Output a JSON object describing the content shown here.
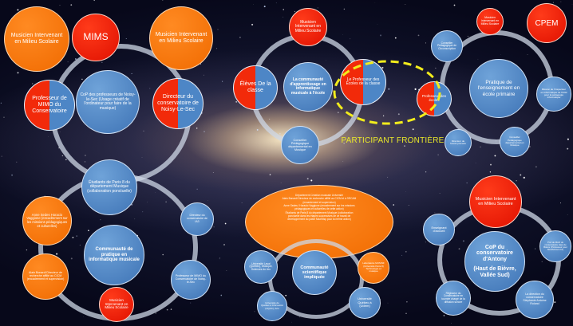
{
  "colors": {
    "red": "#e01000",
    "blue": "#4d86c6",
    "orange": "#f06a00",
    "dash": "#f2ec1c",
    "ring": "#d0d8e6"
  },
  "mims": {
    "center": "MIMS",
    "musician_left": "Musicien Intervenant en Milieu Scolaire",
    "musician_right": "Musicien Intervenant en Milieu Scolaire",
    "professor_mimo": "Professeur de MIMO du Conservatoire",
    "cop_noisy": "CoP des professeurs de Noisy-le-Sec (Usage créatif de l'ordinateur pour faire de la musique)",
    "director_noisy": "Directeur du conservatoire de Noisy-Le-Sec"
  },
  "community": {
    "musician_top": "Musicien Intervenant en Milieu Scolaire",
    "eleves": "Élèves De la classe",
    "center": "La communauté d'apprentissage en informatique musicale à l'école",
    "professeur": "Le Professeur des Écoles de la classe",
    "conseiller": "Conseiller Pédagogique départemental en Musique"
  },
  "frontier": {
    "label": "PARTICIPANT FRONTIÈRE"
  },
  "cpem": {
    "center_red": "CPEM",
    "musician_top": "Musicien Intervenant en Milieu Scolaire",
    "conseiller_top": "Conseiller Pédagogique de Circonscription",
    "pratique": "Pratique de l'enseignement en école primaire",
    "prof_ecoles": "Professeur des écoles",
    "mission": "Mission de l'inspecteur en informatique de l'IA93 pour la pédagogie informatique",
    "dessus": "Directeur de l'école primaire",
    "conseiller_bottom": "Conseiller Pédagogique départemental en Musique"
  },
  "paris8": {
    "students": "Étudiants de Paris 8 du département Musique (collaboration ponctuelle)",
    "anne": "Anne Sedes Horacio Vaggione (encadrement sur les missions pédagogiques et culturelles)",
    "center": "Communauté de pratique en informatique musicale",
    "director_ia": "Directeur du conservatoire de IA3",
    "alain": "Alain Bonardi Directeur de recherche affilié au CICM (encadrement et supervision)",
    "professeur_mimo": "Professeur de MIMO du Conservatoire de Noisy-le-Sec",
    "musician_bottom": "Musicien Intervenant en Milieu Scolaire"
  },
  "scientific": {
    "ellipse_lines": [
      "Département Création musicale Université",
      "Alain Bonardi Directeur de recherche affilié au CICM et à l'IRCAM",
      "(encadrement et supervision)",
      "Anne Sedes / Horacio Vaggione (encadrement sur les missions",
      "pédagogiques et culturelles de cette action)",
      "Étudiants de Paris 8 du département Musique (collaboration",
      "ponctuelle dans les étapes successives de ce travail de",
      "développement du patch Max/Msp pour la même action)"
    ],
    "laval": "Université Laval (Québec), Musique, Sciences du Jeu",
    "laboratoire": "Laboratoire MUSINF (Université Paris 8) Technologie et musique",
    "center": "Communauté scientifique impliquée",
    "ucqaq": "Université du Québec à Chicoutimi (UQAC), Arts",
    "quebec": "Université Québec à (Udem)"
  },
  "antony": {
    "musician_top": "Musicien Intervenant en Milieu Scolaire",
    "enseignant": "Enseignant d'accueil",
    "cop": "CoP du conservatoire d'Antony",
    "cop_sub": "(Haut de Bièvre, Vallée Sud)",
    "ipad": "Prof de MAO du conservatoire Haut de Bièvre (Professeur pour MusiSchool 2.0)",
    "regisseur": "Régisseur du Conservatoire en tournée chargé de la diffusion sonore",
    "direction": "La direction du conservatoire Stéphanie Antoine Roland"
  }
}
